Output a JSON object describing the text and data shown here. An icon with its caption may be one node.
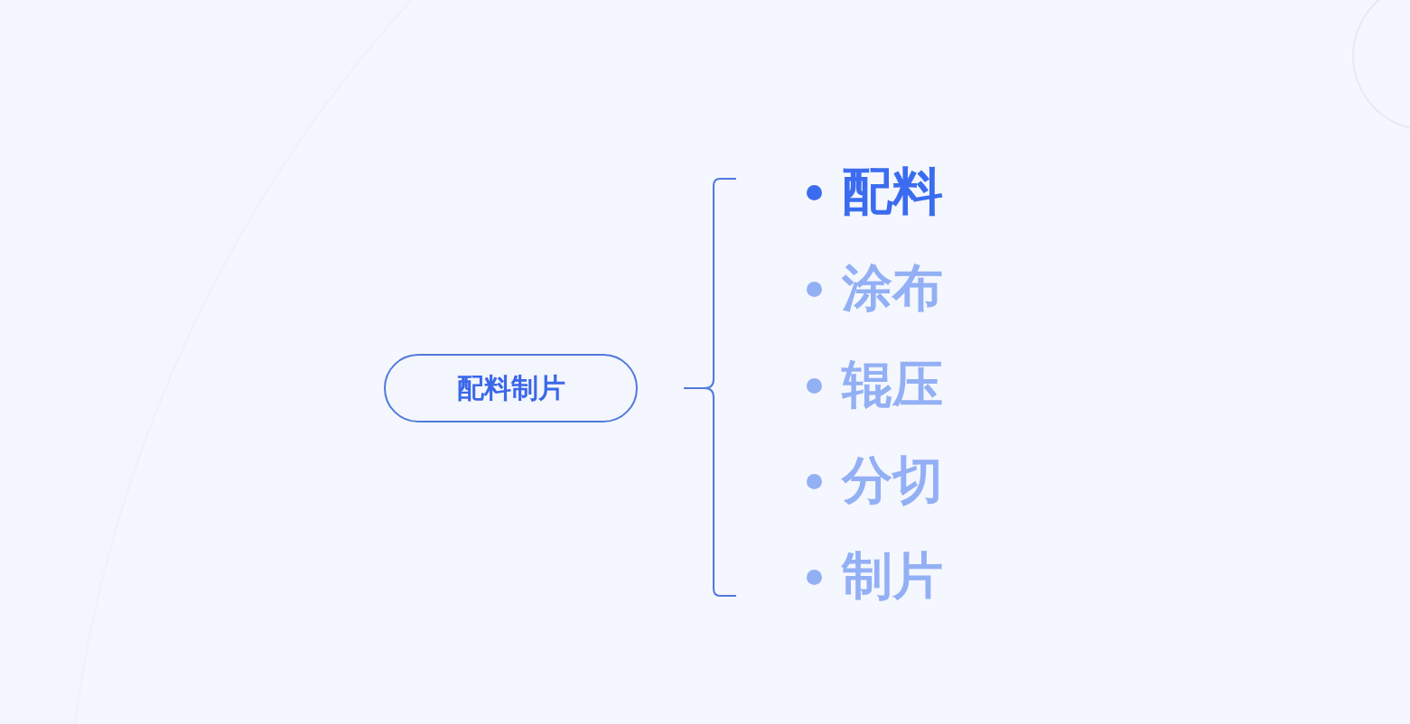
{
  "diagram": {
    "nodes": [
      {
        "text": [
          "配料制片"
        ]
      }
    ],
    "labels": [
      "配料",
      "涂布",
      "辊压",
      "分切",
      "制片"
    ]
  }
}
